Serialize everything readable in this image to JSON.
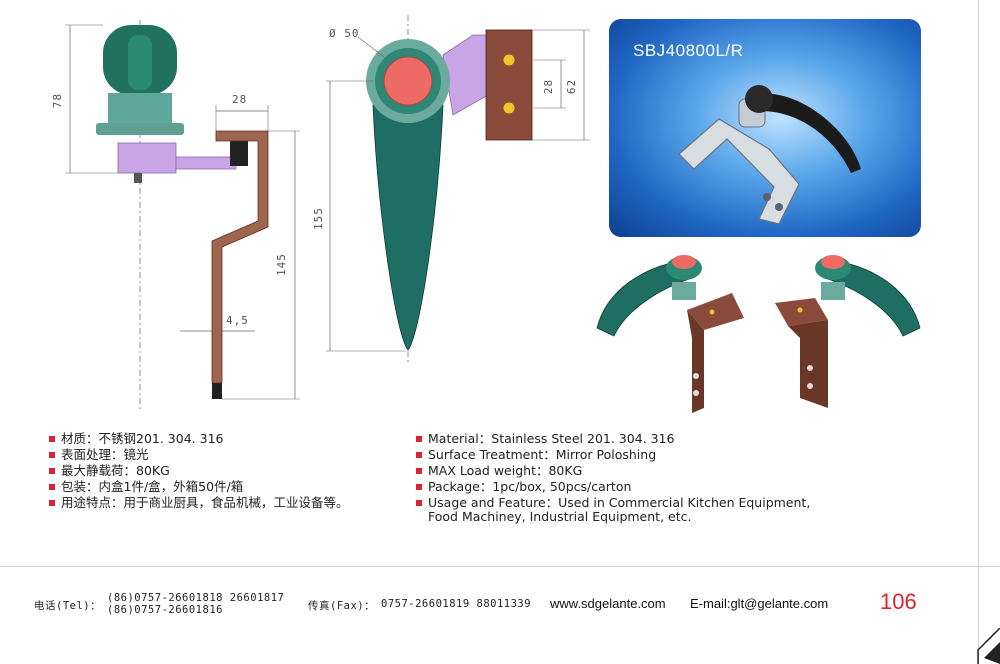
{
  "drawing": {
    "dim_78": "78",
    "dim_28_top": "28",
    "dim_145": "145",
    "dim_4_5": "4,5",
    "dim_phi_50": "Ø 50",
    "dim_155": "155",
    "dim_28_right": "28",
    "dim_62": "62"
  },
  "photo": {
    "model": "SBJ40800L/R"
  },
  "specs_cn": [
    "材质：不锈钢201. 304. 316",
    "表面处理：镜光",
    "最大静载荷：80KG",
    "包装：内盒1件/盒，外箱50件/箱",
    "用途特点：用于商业厨具，食品机械，工业设备等。"
  ],
  "specs_en": [
    "Material：Stainless Steel 201. 304. 316",
    "Surface Treatment：Mirror Poloshing",
    "MAX Load weight：80KG",
    "Package：1pc/box,  50pcs/carton",
    "Usage and Feature：Used in Commercial Kitchen Equipment,"
  ],
  "specs_en_continuation": "Food Machiney, Industrial Equipment, etc.",
  "footer": {
    "tel_label": "电话(Tel)：",
    "tel_line1": "(86)0757-26601818  26601817",
    "tel_line2": "(86)0757-26601816",
    "fax_label": "传真(Fax)：",
    "fax_value": "0757-26601819 88011339",
    "website": "www.sdgelante.com",
    "email": "E-mail:glt@gelante.com",
    "page_number": "106"
  },
  "colors": {
    "accent_red": "#d8242c",
    "handle_green": "#1f6e63",
    "button_red": "#ee6a64",
    "bracket_brown": "#8a4a3c",
    "lilac": "#c9a4e6"
  }
}
